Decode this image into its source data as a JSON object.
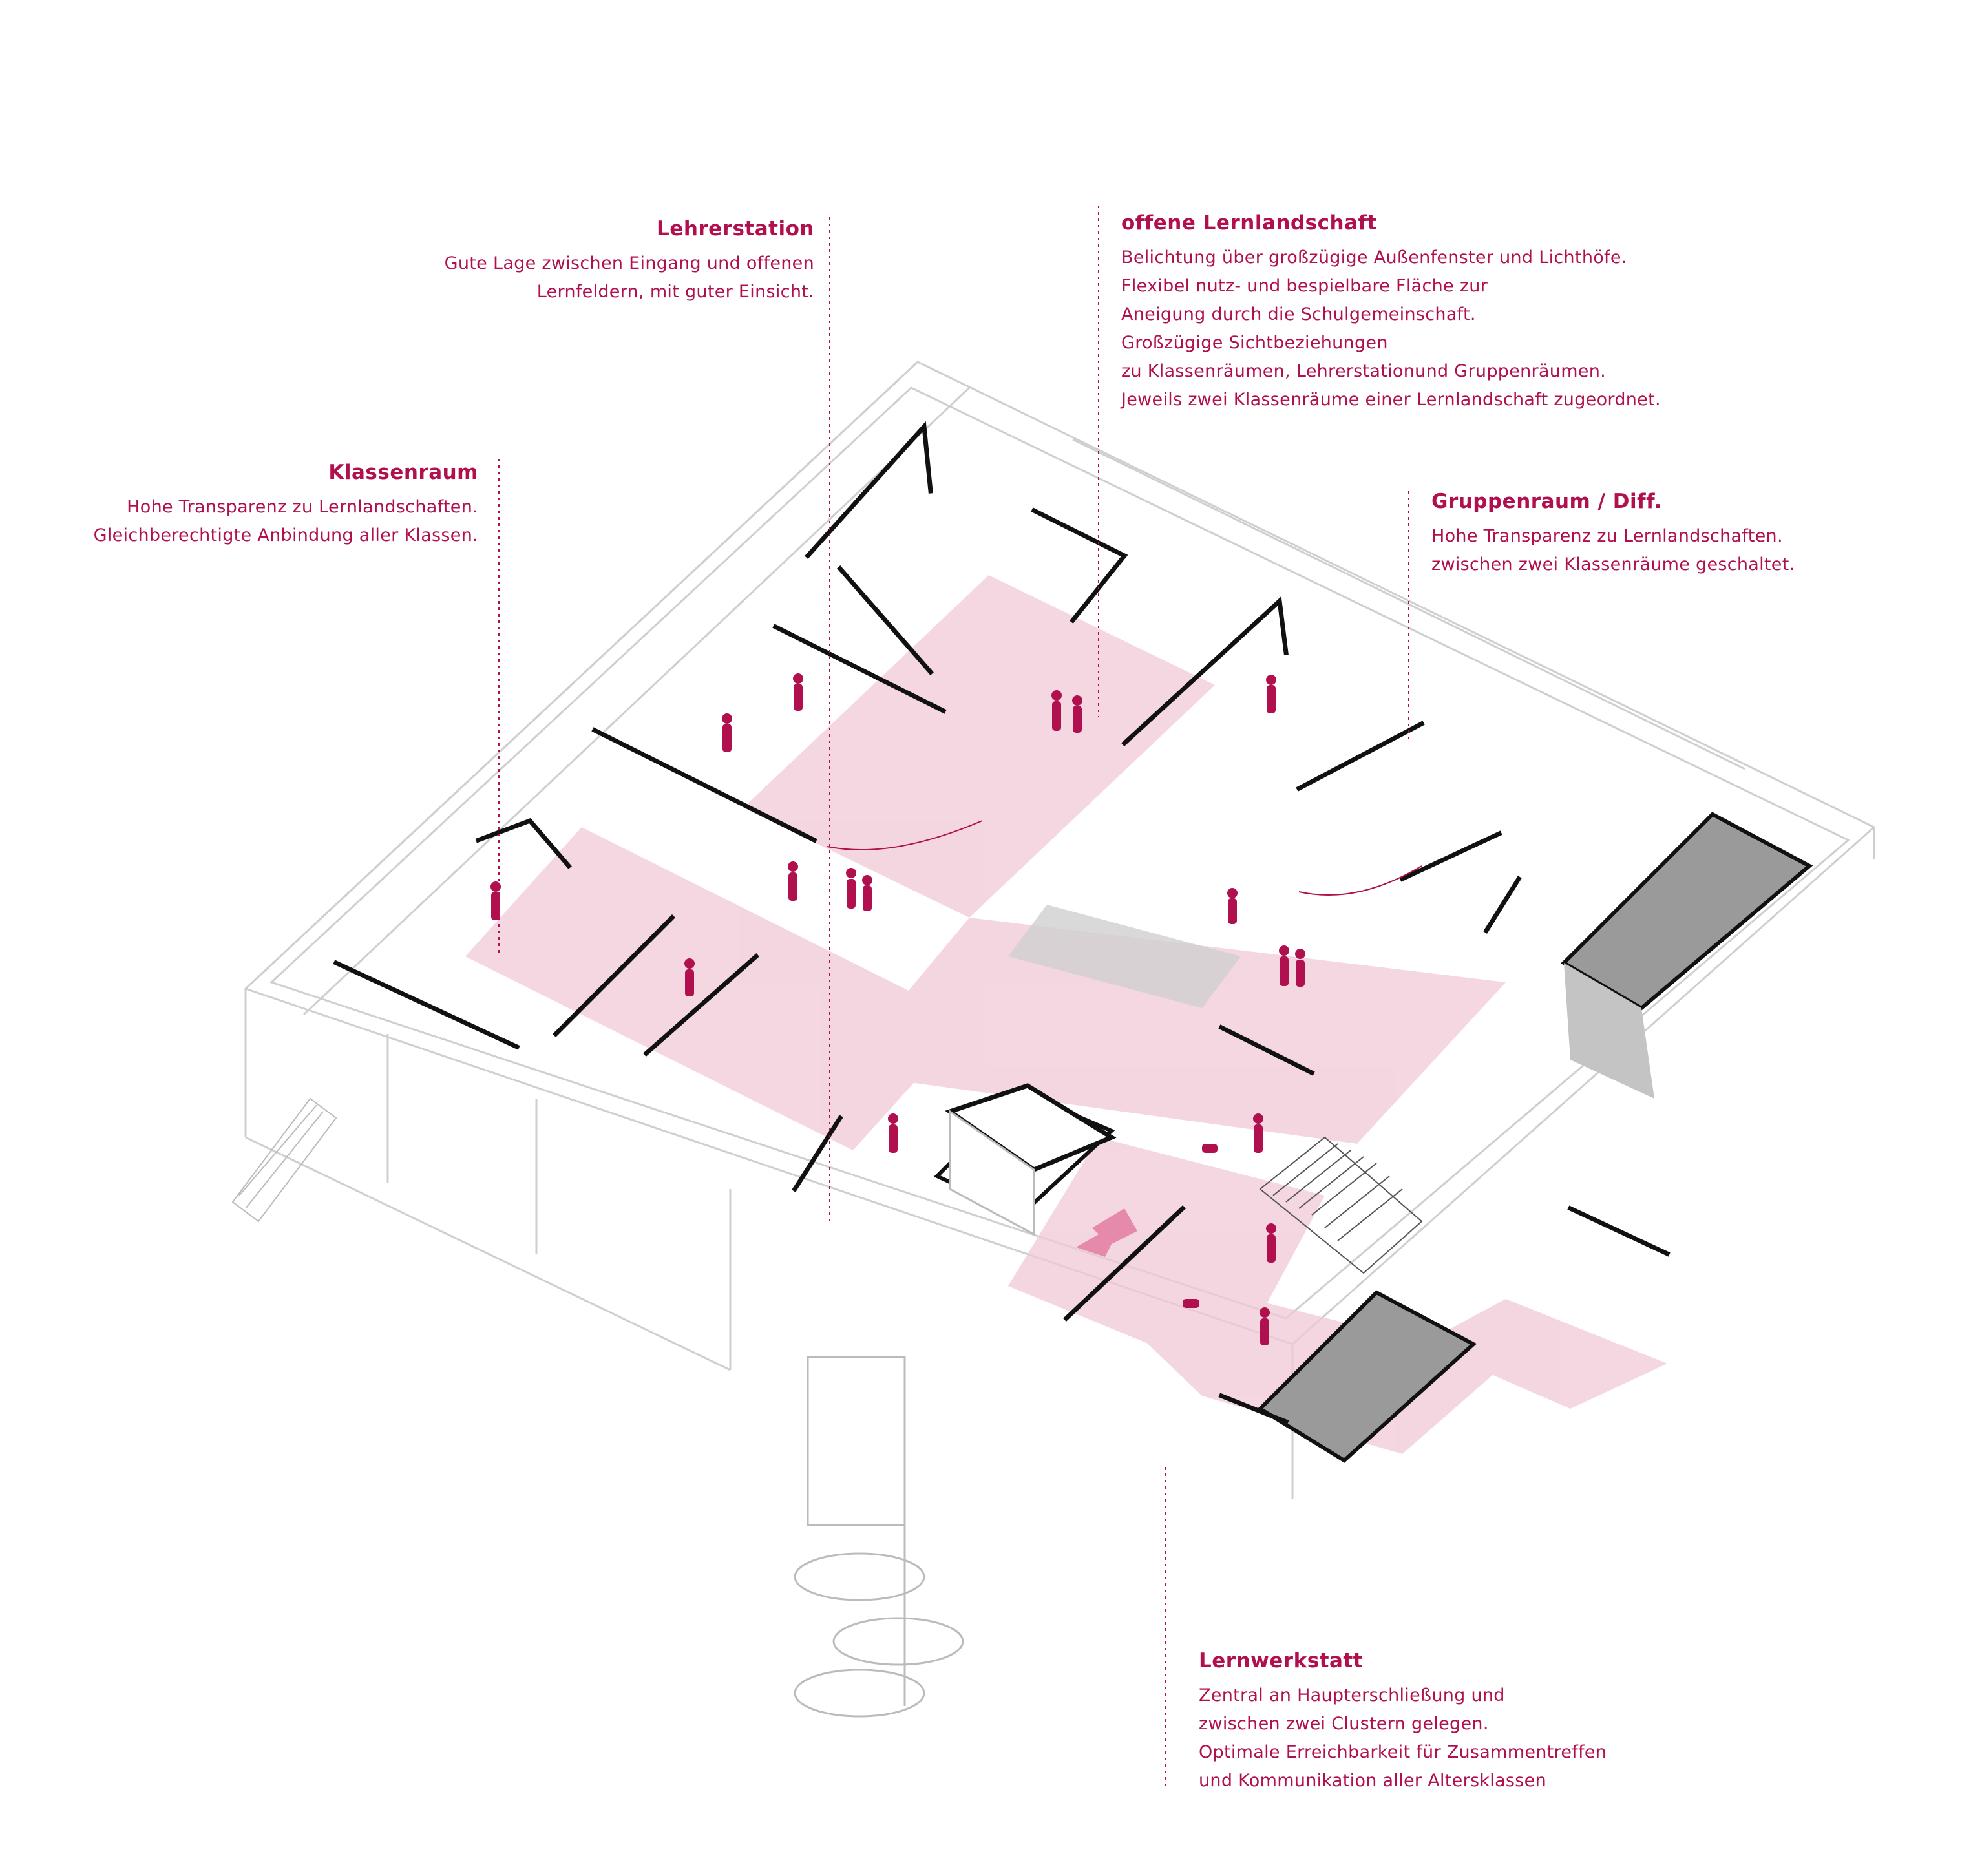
{
  "annotations": {
    "lehrerstation": {
      "title": "Lehrerstation",
      "lines": [
        "Gute Lage zwischen Eingang und offenen",
        "Lernfeldern, mit guter Einsicht."
      ]
    },
    "lernlandschaft": {
      "title": "offene Lernlandschaft",
      "lines": [
        "Belichtung über großzügige Außenfenster und Lichthöfe.",
        "Flexibel nutz- und bespielbare Fläche zur",
        "Aneigung durch die Schulgemeinschaft.",
        "Großzügige Sichtbeziehungen",
        "zu Klassenräumen, Lehrerstationund Gruppenräumen.",
        "Jeweils zwei Klassenräume einer Lernlandschaft zugeordnet."
      ]
    },
    "klassenraum": {
      "title": "Klassenraum",
      "lines": [
        "Hohe Transparenz zu Lernlandschaften.",
        "Gleichberechtigte Anbindung aller Klassen."
      ]
    },
    "gruppenraum": {
      "title": "Gruppenraum / Diff.",
      "lines": [
        "Hohe Transparenz zu Lernlandschaften.",
        "zwischen zwei Klassenräume geschaltet."
      ]
    },
    "lernwerkstatt": {
      "title": "Lernwerkstatt",
      "lines": [
        "Zentral an Haupterschließung und",
        "zwischen zwei Clustern gelegen.",
        "Optimale Erreichbarkeit für Zusammentreffen",
        "und Kommunikation aller Altersklassen"
      ]
    }
  },
  "colors": {
    "accent": "#b0104e",
    "pink_floor": "#f1c9d8",
    "line_grey": "#c8c8c8",
    "wall_black": "#111111",
    "courtyard_grey": "#9a9a9a"
  }
}
